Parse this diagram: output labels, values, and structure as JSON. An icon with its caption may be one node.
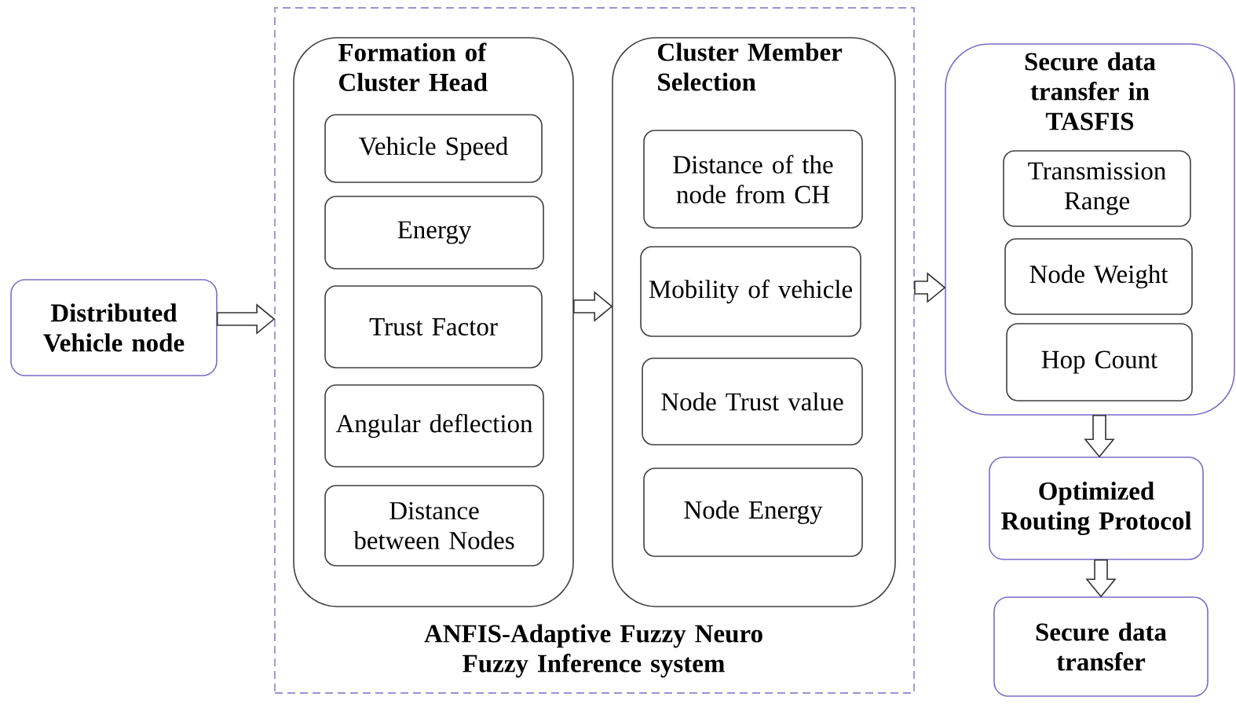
{
  "diagram": {
    "nodes": [
      {
        "text": [
          "Distributed Vehicle node"
        ]
      },
      {
        "text": [
          "ANFIS-Adaptive Fuzzy Neuro Fuzzy Inference system"
        ]
      },
      {
        "text": [
          "Formation of Cluster Head"
        ],
        "in": 1
      },
      {
        "text": [
          "Vehicle Speed"
        ],
        "in": 2
      },
      {
        "text": [
          "Energy"
        ],
        "in": 2
      },
      {
        "text": [
          "Trust Factor"
        ],
        "in": 2
      },
      {
        "text": [
          "Angular deflection"
        ],
        "in": 2
      },
      {
        "text": [
          "Distance between Nodes"
        ],
        "in": 2
      },
      {
        "text": [
          "Cluster Member Selection"
        ],
        "in": 1
      },
      {
        "text": [
          "Distance of the node from CH"
        ],
        "in": 8
      },
      {
        "text": [
          "Mobility of vehicle"
        ],
        "in": 8
      },
      {
        "text": [
          "Node Trust value"
        ],
        "in": 8
      },
      {
        "text": [
          "Node Energy"
        ],
        "in": 8
      },
      {
        "text": [
          "Secure data transfer in TASFIS"
        ]
      },
      {
        "text": [
          "Transmission Range"
        ],
        "in": 13
      },
      {
        "text": [
          "Node Weight"
        ],
        "in": 13
      },
      {
        "text": [
          "Hop Count"
        ],
        "in": 13
      },
      {
        "text": [
          "Optimized Routing Protocol"
        ]
      },
      {
        "text": [
          "Secure data transfer"
        ]
      }
    ],
    "edges": [
      {
        "from": 0,
        "to": 1,
        "arrow": "to"
      },
      {
        "from": 2,
        "to": 8,
        "arrow": "to"
      },
      {
        "from": 1,
        "to": 13,
        "arrow": "to"
      },
      {
        "from": 13,
        "to": 17,
        "arrow": "to"
      },
      {
        "from": 17,
        "to": 18,
        "arrow": "to"
      }
    ]
  }
}
